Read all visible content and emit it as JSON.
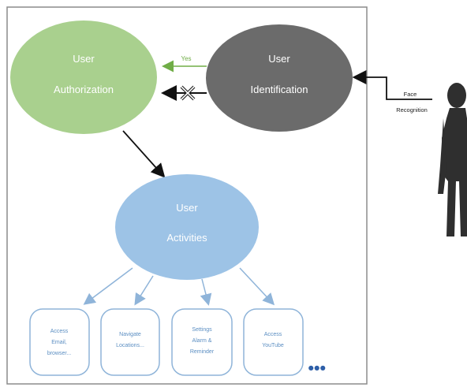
{
  "nodes": {
    "authorization": {
      "line1": "User",
      "line2": "Authorization",
      "fill": "#a9d08e"
    },
    "identification": {
      "line1": "User",
      "line2": "Identification",
      "fill": "#6b6b6b"
    },
    "activities": {
      "line1": "User",
      "line2": "Activities",
      "fill": "#9dc3e6"
    }
  },
  "edges": {
    "yes_label": "Yes",
    "yes_color": "#70ad47",
    "no_marker": "×",
    "face_label_line1": "Face",
    "face_label_line2": "Recognition"
  },
  "activities": [
    {
      "lines": [
        "Access",
        "Email,",
        "browser..."
      ]
    },
    {
      "lines": [
        "Navigate",
        "Locations..."
      ]
    },
    {
      "lines": [
        "Settings",
        "Alarm &",
        "Reminder"
      ]
    },
    {
      "lines": [
        "Access",
        "YouTube"
      ]
    }
  ],
  "more_marker": "●●●",
  "colors": {
    "box_fill": "#ffffff",
    "box_stroke": "#8c8c8c",
    "arrow_blue": "#8fb4d9",
    "text_light": "#ffffff",
    "figure": "#3a3a3a"
  }
}
